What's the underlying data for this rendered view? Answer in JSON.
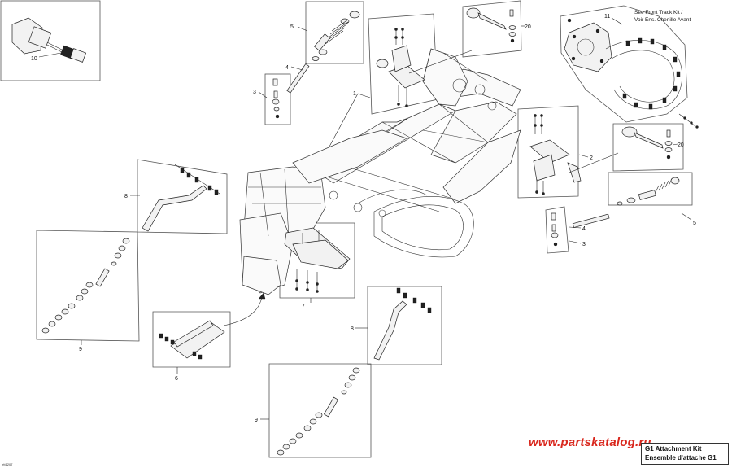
{
  "callouts": {
    "c1": "1",
    "c2": "2",
    "c3a": "3",
    "c3b": "3",
    "c4a": "4",
    "c4b": "4",
    "c5a": "5",
    "c5b": "5",
    "c6": "6",
    "c7": "7",
    "c8a": "8",
    "c8b": "8",
    "c9a": "9",
    "c9b": "9",
    "c10": "10",
    "c11": "11",
    "c20a": "20",
    "c20b": "20"
  },
  "note": {
    "line1": "See Front Track Kit  /",
    "line2": "Voir Ens. Chenille Avant"
  },
  "ref_code": "rtt1207",
  "watermark": "www.partskatalog.ru",
  "kit": {
    "title_en": "G1 Attachment Kit",
    "title_fr": "Ensemble d'attache G1"
  }
}
